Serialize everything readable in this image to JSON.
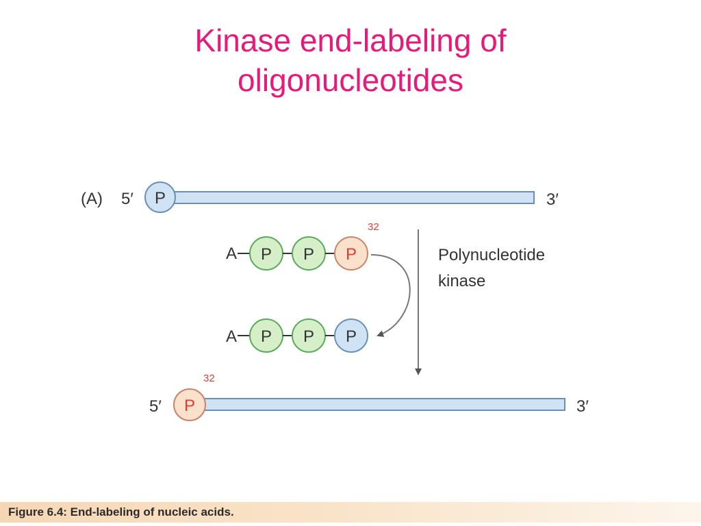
{
  "title": {
    "line1": "Kinase end-labeling of",
    "line2": "oligonucleotides"
  },
  "diagram": {
    "panel_label": "(A)",
    "top_strand": {
      "end5": "5′",
      "end3": "3′",
      "phosphate": "P"
    },
    "atp": {
      "base": "A",
      "phosphates": [
        "P",
        "P",
        "P"
      ],
      "isotope": "32"
    },
    "adp": {
      "base": "A",
      "phosphates": [
        "P",
        "P",
        "P"
      ]
    },
    "enzyme": {
      "line1": "Polynucleotide",
      "line2": "kinase"
    },
    "bottom_strand": {
      "end5": "5′",
      "end3": "3′",
      "phosphate": "P",
      "isotope": "32"
    }
  },
  "colors": {
    "title": "#e8197a",
    "blue_phosphate": "#cfe3f5",
    "green_phosphate": "#d7efc9",
    "labeled_phosphate": "#fbe0cc",
    "labeled_text": "#e53b2f",
    "strand": "#cfe3f5"
  },
  "caption": "Figure 6.4: End-labeling of nucleic acids."
}
